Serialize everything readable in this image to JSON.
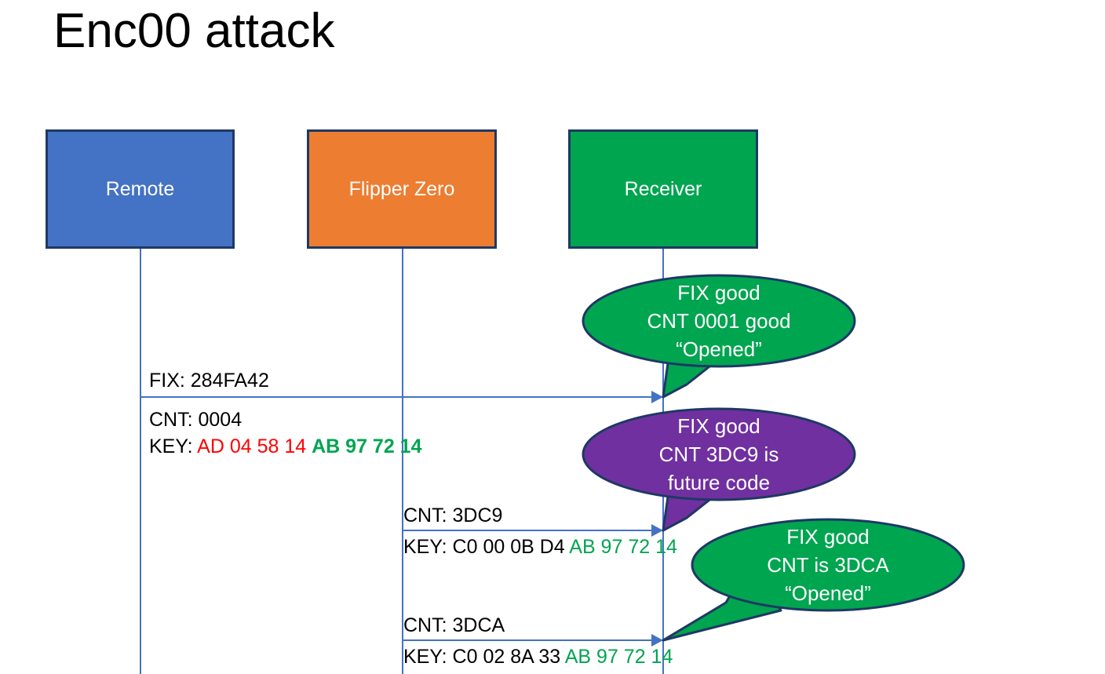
{
  "slide": {
    "title": "Enc00 attack"
  },
  "colors": {
    "remote_fill": "#4472C4",
    "flipper_fill": "#ED7D31",
    "receiver_fill": "#00A550",
    "box_border": "#1F3864",
    "lifeline": "#4472C4",
    "arrow": "#4472C4",
    "bubble_green": "#00A550",
    "bubble_purple": "#7030A0",
    "hex_red": "#FF0000",
    "hex_green": "#00A550",
    "text_black": "#000000",
    "text_white": "#FFFFFF"
  },
  "actors": [
    {
      "id": "remote",
      "label": "Remote"
    },
    {
      "id": "flipper",
      "label": "Flipper Zero"
    },
    {
      "id": "receiver",
      "label": "Receiver"
    }
  ],
  "messages": [
    {
      "id": "msg1",
      "from": "remote",
      "to": "receiver",
      "lines": [
        {
          "id": "fix",
          "text": "FIX: 284FA42"
        },
        {
          "id": "cnt",
          "text": "CNT: 0004"
        }
      ],
      "key": {
        "prefix": "KEY: ",
        "part_a": "AD 04 58 14",
        "part_a_color": "red",
        "part_b": "AB 97 72 14",
        "part_b_color": "green",
        "part_b_bold": true
      }
    },
    {
      "id": "msg2",
      "from": "flipper",
      "to": "receiver",
      "lines": [
        {
          "id": "cnt",
          "text": "CNT: 3DC9"
        }
      ],
      "key": {
        "prefix": "KEY: ",
        "part_a": "C0 00 0B D4",
        "part_a_color": "black",
        "part_b": "AB 97 72 14",
        "part_b_color": "green",
        "part_b_bold": false
      }
    },
    {
      "id": "msg3",
      "from": "flipper",
      "to": "receiver",
      "lines": [
        {
          "id": "cnt",
          "text": "CNT: 3DCA"
        }
      ],
      "key": {
        "prefix": "KEY: ",
        "part_a": "C0 02 8A 33",
        "part_a_color": "black",
        "part_b": "AB 97 72 14",
        "part_b_color": "green",
        "part_b_bold": false
      }
    }
  ],
  "bubbles": [
    {
      "id": "bubble1",
      "color": "green",
      "line1": "FIX good",
      "line2": "CNT 0001 good",
      "line3": "“Opened”"
    },
    {
      "id": "bubble2",
      "color": "purple",
      "line1": "FIX good",
      "line2": "CNT 3DC9 is",
      "line3": "future code"
    },
    {
      "id": "bubble3",
      "color": "green",
      "line1": "FIX good",
      "line2": "CNT is 3DCA",
      "line3": "“Opened”"
    }
  ]
}
